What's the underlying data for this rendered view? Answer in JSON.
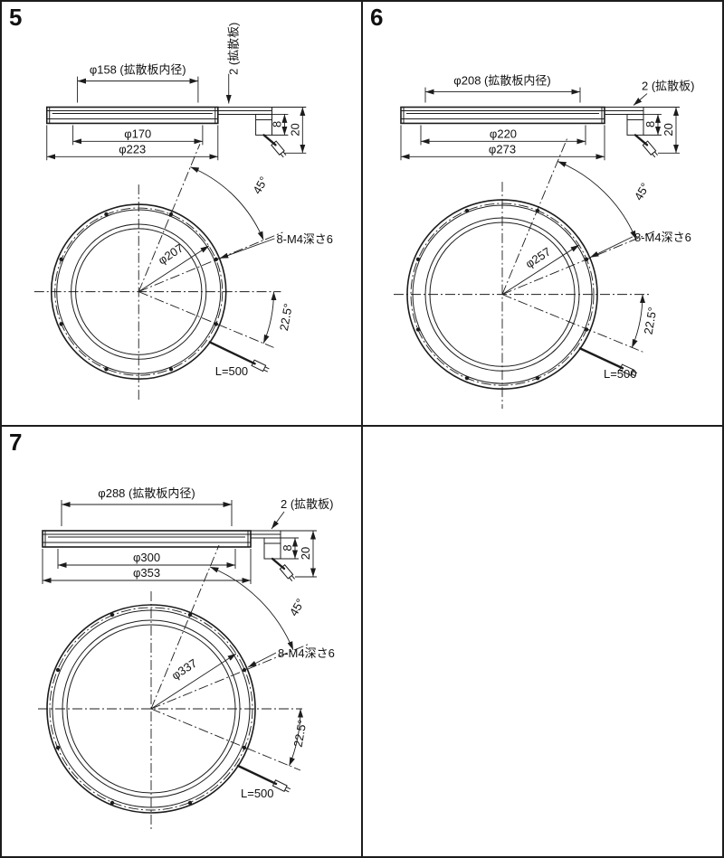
{
  "sheet": {
    "background": "#ffffff",
    "line_color": "#1c1c1c"
  },
  "panels": [
    {
      "number": "5",
      "side_view": {
        "inner_dia": "φ158 (拡散板内径)",
        "mid_dia": "φ170",
        "outer_dia": "φ223",
        "diffuser_thickness": "2 (拡散板)",
        "body_height": "8",
        "total_height": "20"
      },
      "front_view": {
        "bolt_circle_dia": "φ207",
        "bolt_angle": "45°",
        "tap_spec": "8-M4深さ6",
        "offset_angle": "22.5°",
        "cable_length": "L=500"
      }
    },
    {
      "number": "6",
      "side_view": {
        "inner_dia": "φ208 (拡散板内径)",
        "mid_dia": "φ220",
        "outer_dia": "φ273",
        "diffuser_thickness": "2 (拡散板)",
        "body_height": "8",
        "total_height": "20"
      },
      "front_view": {
        "bolt_circle_dia": "φ257",
        "bolt_angle": "45°",
        "tap_spec": "8-M4深さ6",
        "offset_angle": "22.5°",
        "cable_length": "L=500"
      }
    },
    {
      "number": "7",
      "side_view": {
        "inner_dia": "φ288 (拡散板内径)",
        "mid_dia": "φ300",
        "outer_dia": "φ353",
        "diffuser_thickness": "2 (拡散板)",
        "body_height": "8",
        "total_height": "20"
      },
      "front_view": {
        "bolt_circle_dia": "φ337",
        "bolt_angle": "45°",
        "tap_spec": "8-M4深さ6",
        "offset_angle": "22.5°",
        "cable_length": "L=500"
      }
    }
  ]
}
